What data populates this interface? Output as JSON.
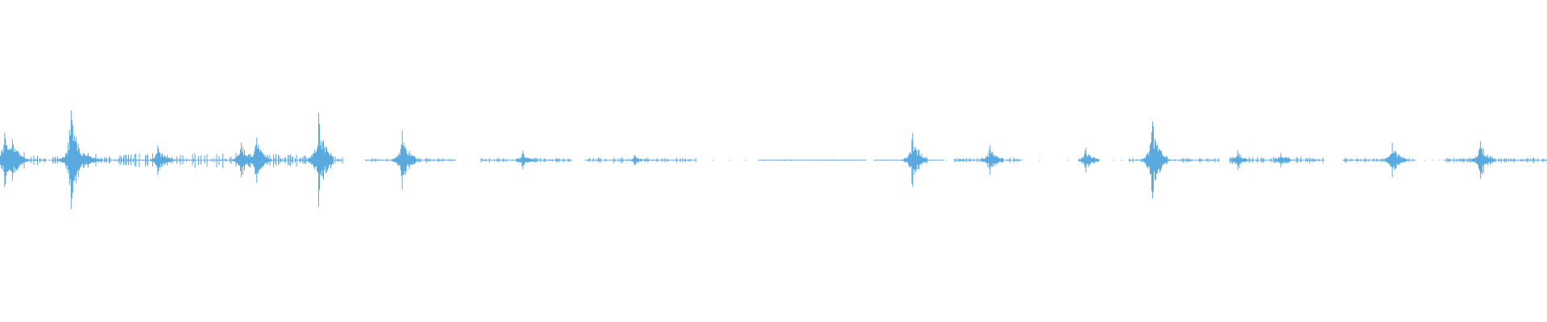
{
  "waveform": {
    "color": "#5aaae0",
    "background": "#ffffff",
    "segments": [
      {
        "start": 0.0,
        "end": 0.03,
        "level": 0.35
      },
      {
        "start": 0.031,
        "end": 0.06,
        "level": 0.15
      },
      {
        "start": 0.062,
        "end": 0.222,
        "level": 0.28
      },
      {
        "start": 0.236,
        "end": 0.295,
        "level": 0.1
      },
      {
        "start": 0.311,
        "end": 0.37,
        "level": 0.1
      },
      {
        "start": 0.378,
        "end": 0.45,
        "level": 0.12
      },
      {
        "start": 0.49,
        "end": 0.56,
        "level": 0.03
      },
      {
        "start": 0.565,
        "end": 0.61,
        "level": 0.02
      },
      {
        "start": 0.617,
        "end": 0.66,
        "level": 0.12
      },
      {
        "start": 0.73,
        "end": 0.788,
        "level": 0.1
      },
      {
        "start": 0.795,
        "end": 0.856,
        "level": 0.14
      },
      {
        "start": 0.868,
        "end": 0.915,
        "level": 0.1
      },
      {
        "start": 0.933,
        "end": 1.0,
        "level": 0.1
      }
    ],
    "peaks": [
      {
        "t": 0.003,
        "level": 0.55
      },
      {
        "t": 0.008,
        "level": 0.42
      },
      {
        "t": 0.046,
        "level": 1.0
      },
      {
        "t": 0.057,
        "level": 0.15
      },
      {
        "t": 0.102,
        "level": 0.3
      },
      {
        "t": 0.156,
        "level": 0.35
      },
      {
        "t": 0.166,
        "level": 0.45
      },
      {
        "t": 0.206,
        "level": 0.95
      },
      {
        "t": 0.26,
        "level": 0.6
      },
      {
        "t": 0.338,
        "level": 0.18
      },
      {
        "t": 0.41,
        "level": 0.1
      },
      {
        "t": 0.59,
        "level": 0.55
      },
      {
        "t": 0.64,
        "level": 0.3
      },
      {
        "t": 0.702,
        "level": 0.25
      },
      {
        "t": 0.745,
        "level": 0.78
      },
      {
        "t": 0.8,
        "level": 0.2
      },
      {
        "t": 0.828,
        "level": 0.15
      },
      {
        "t": 0.9,
        "level": 0.35
      },
      {
        "t": 0.957,
        "level": 0.38
      }
    ]
  }
}
